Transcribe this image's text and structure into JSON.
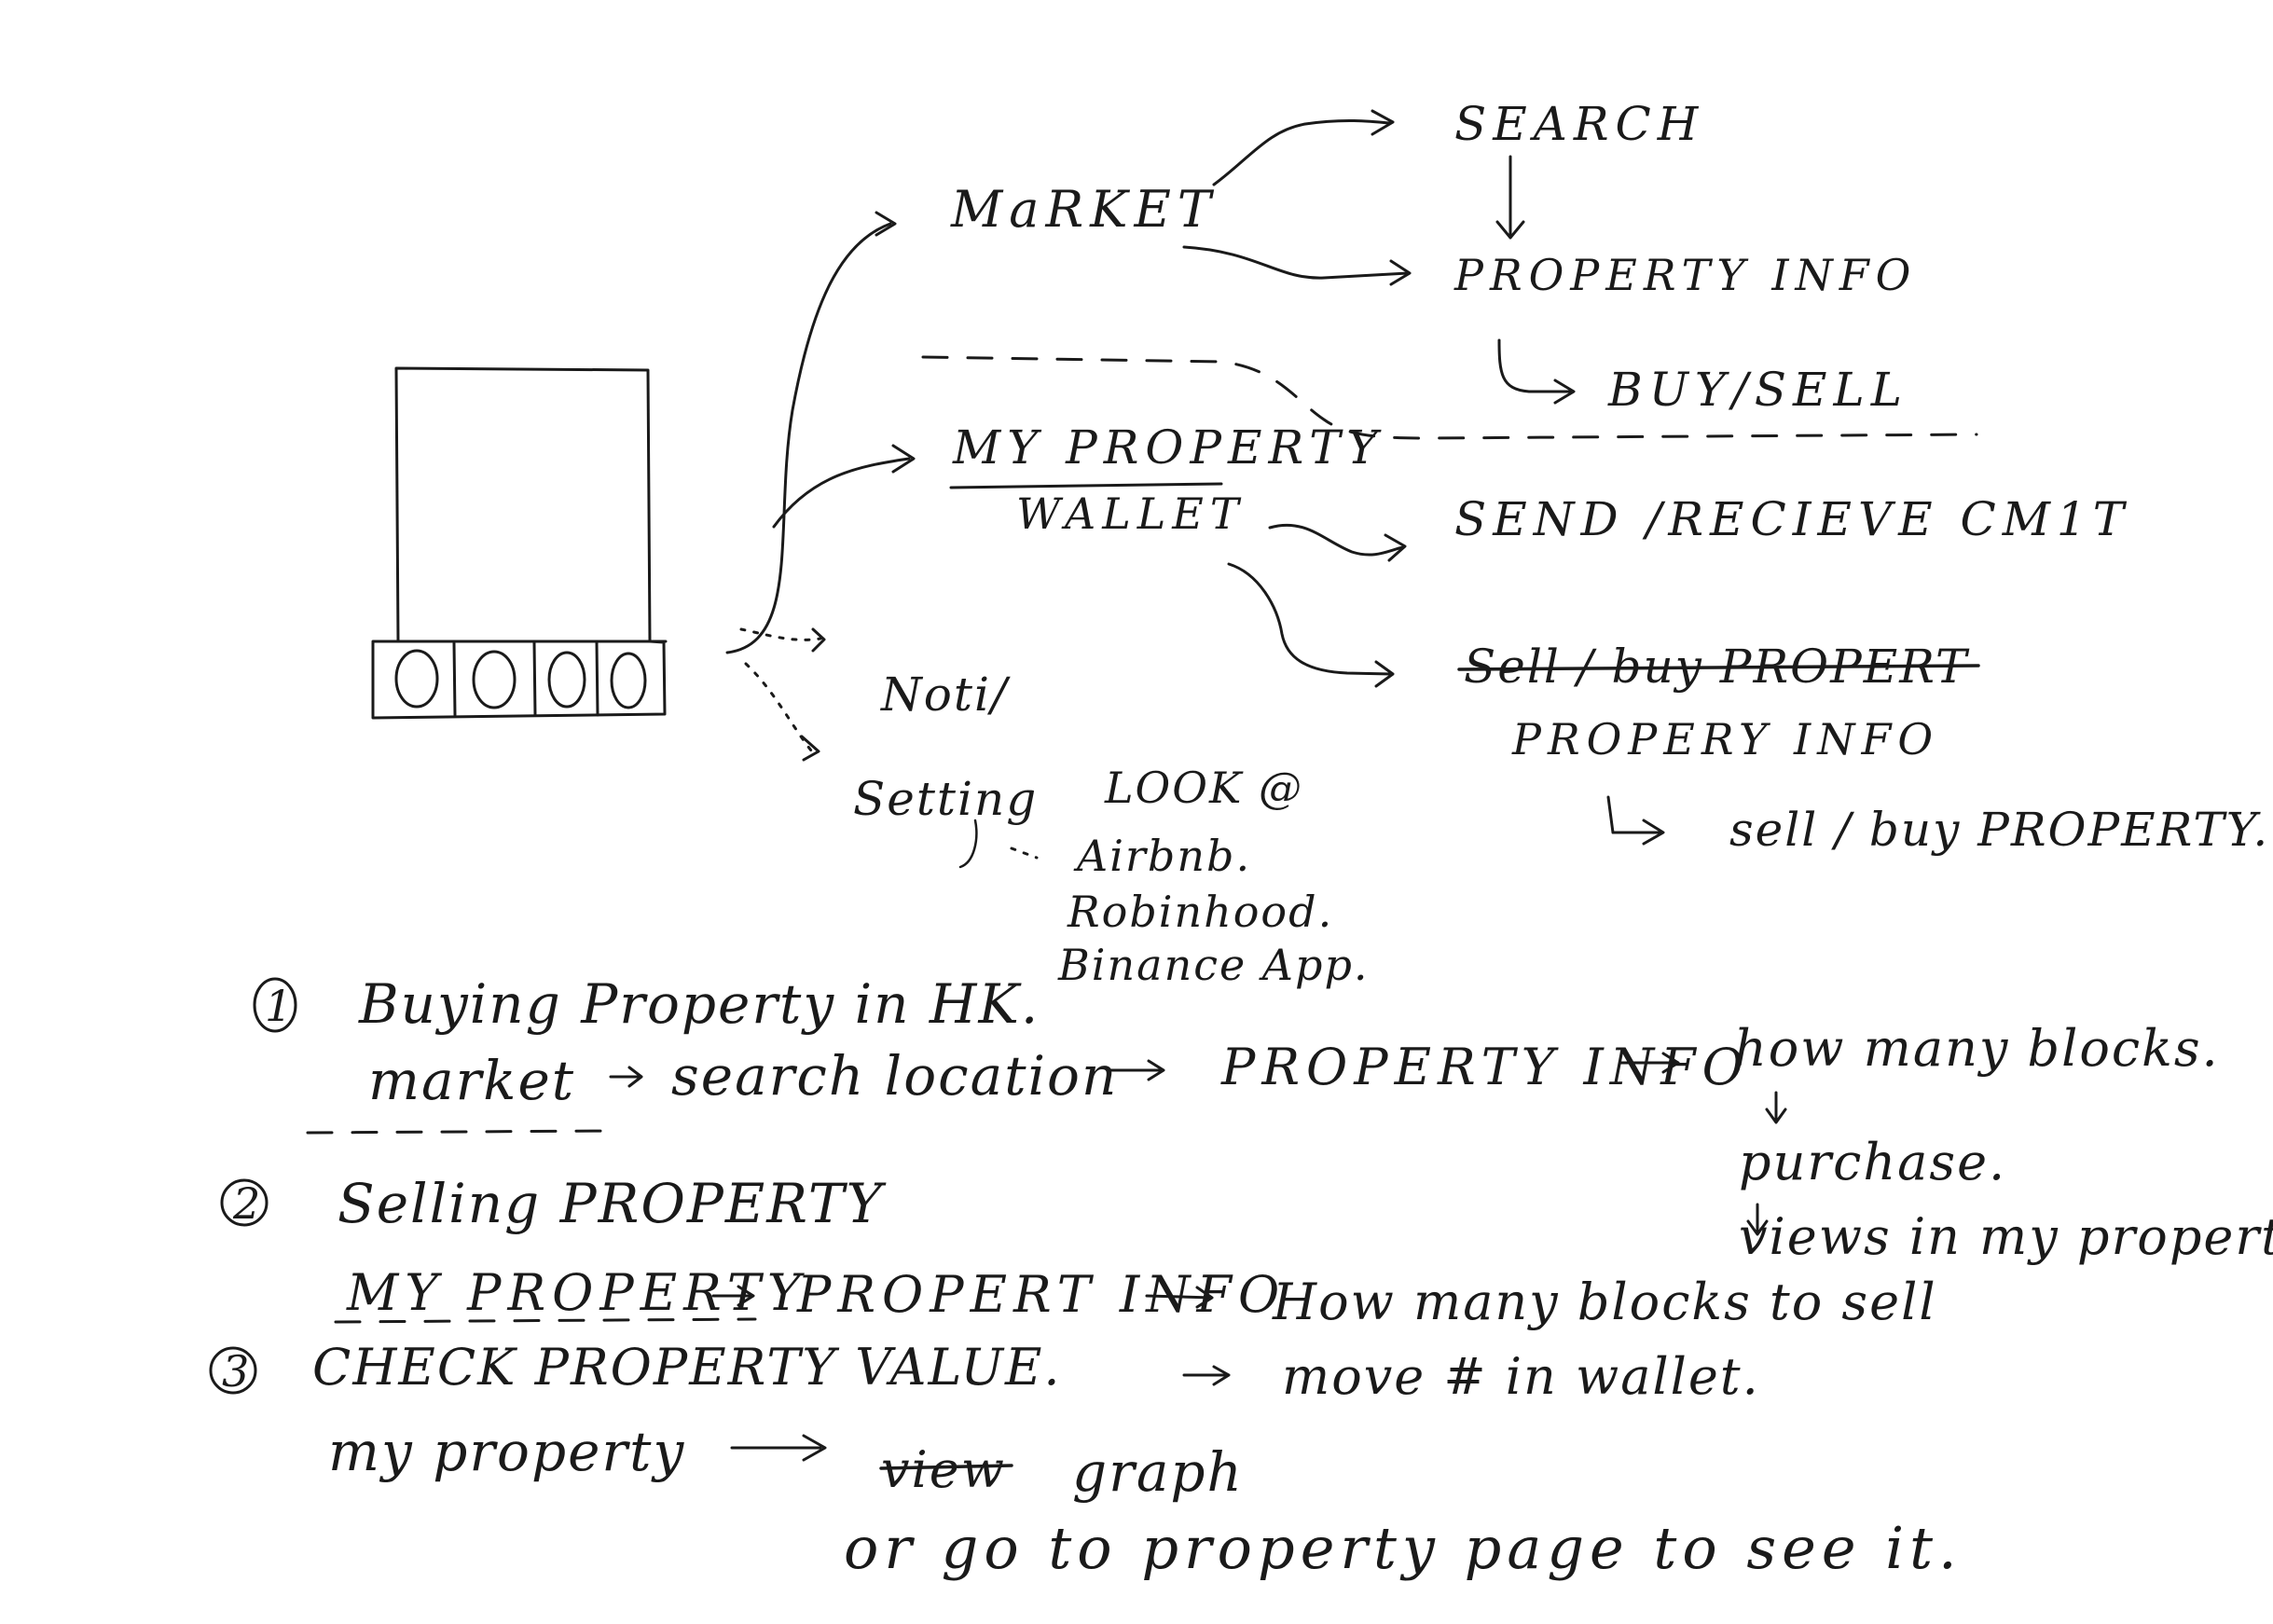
{
  "phone": {
    "buttons": [
      "O",
      "O",
      "O",
      "O"
    ]
  },
  "nav": {
    "market": "MaRKET",
    "my_property": "MY PROPERTY",
    "wallet": "WALLET",
    "noti": "Noti/",
    "setting": "Setting"
  },
  "market_branch": {
    "search": "SEARCH",
    "property_info": "PROPERTY INFO",
    "buy_sell": "BUY/SELL"
  },
  "wallet_branch": {
    "send_receive": "SEND /RECIEVE CM1T",
    "struck_sell_buy": "Sell / buy PROPERT",
    "property_info": "PROPERY INFO",
    "sell_buy_property": "sell / buy PROPERTY."
  },
  "references": {
    "heading": "LOOK @",
    "items": [
      "Airbnb.",
      "Robinhood.",
      "Binance App."
    ]
  },
  "flows": {
    "flow1": {
      "number": "1",
      "title": "Buying Property in HK.",
      "steps": [
        "market",
        "search location",
        "PROPERTY INFO",
        "how many blocks."
      ],
      "followups": [
        "purchase.",
        "views in my property."
      ]
    },
    "flow2": {
      "number": "2",
      "title": "Selling PROPERTY",
      "steps": [
        "MY PROPERTY",
        "PROPERT INFO",
        "How many blocks to sell"
      ]
    },
    "flow3": {
      "number": "3",
      "title": "CHECK PROPERTY VALUE.",
      "side_note": "move # in wallet.",
      "start": "my property",
      "struck": "view",
      "graph": "graph",
      "alt": "or go to property page to see it."
    }
  }
}
